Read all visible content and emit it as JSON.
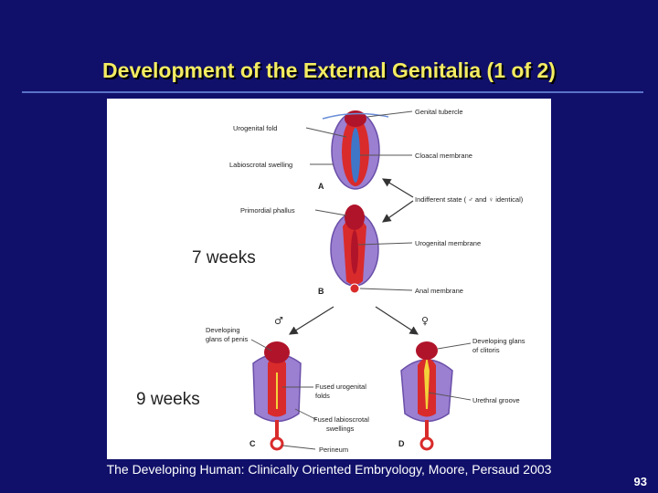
{
  "slide": {
    "title": "Development of the External Genitalia (1 of 2)",
    "caption": "The Developing Human: Clinically Oriented Embryology, Moore, Persaud 2003",
    "page_number": "93"
  },
  "figure": {
    "stage_labels": {
      "weeks7": "7 weeks",
      "weeks9": "9 weeks"
    },
    "panel_letters": {
      "a": "A",
      "b": "B",
      "c": "C",
      "d": "D"
    },
    "labels": {
      "urogenital_fold": "Urogenital fold",
      "labioscrotal_swelling": "Labioscrotal swelling",
      "genital_tubercle": "Genital tubercle",
      "cloacal_membrane": "Cloacal membrane",
      "primordial_phallus": "Primordial phallus",
      "indifferent_state": "Indifferent state ( ♂ and ♀ identical)",
      "urogenital_membrane": "Urogenital membrane",
      "anal_membrane": "Anal membrane",
      "developing_glans_penis_1": "Developing",
      "developing_glans_penis_2": "glans of penis",
      "developing_glans_clitoris_1": "Developing glans",
      "developing_glans_clitoris_2": "of clitoris",
      "fused_urogenital_folds_1": "Fused urogenital",
      "fused_urogenital_folds_2": "folds",
      "urethral_groove": "Urethral groove",
      "fused_labioscrotal_1": "Fused labioscrotal",
      "fused_labioscrotal_2": "swellings",
      "perineum": "Perineum",
      "male_symbol": "♂",
      "female_symbol": "♀"
    },
    "colors": {
      "labioscrotal": "#9b7fd1",
      "fold": "#d92b2b",
      "tubercle": "#b0142a",
      "membrane": "#3f76c8",
      "glans_highlight": "#f3d23a",
      "label_line": "#555555"
    }
  }
}
